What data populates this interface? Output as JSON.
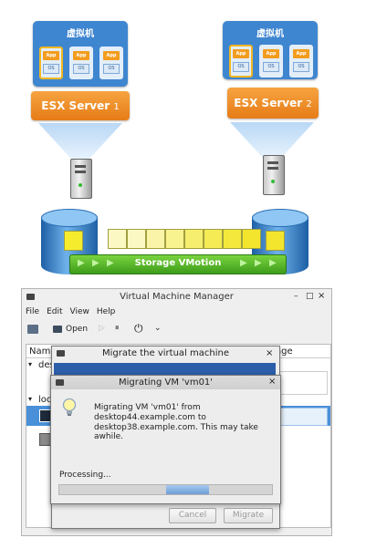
{
  "diagram": {
    "hosts": [
      {
        "title": "虚拟机",
        "server": "ESX Server",
        "server_num": "1",
        "vms": [
          {
            "app": "App",
            "os": "OS"
          },
          {
            "app": "App",
            "os": "OS"
          },
          {
            "app": "App",
            "os": "OS"
          }
        ]
      },
      {
        "title": "虚拟机",
        "server": "ESX Server",
        "server_num": "2",
        "vms": [
          {
            "app": "App",
            "os": "OS"
          },
          {
            "app": "App",
            "os": "OS"
          },
          {
            "app": "App",
            "os": "OS"
          }
        ]
      }
    ],
    "storage_label": "Storage VMotion",
    "colors": {
      "host": "#3f86d0",
      "server": "#e67c17",
      "band": "#3d9c1a",
      "block": "#f5f07a"
    }
  },
  "vmm": {
    "title": "Virtual Machine Manager",
    "menu": [
      "File",
      "Edit",
      "View",
      "Help"
    ],
    "toolbar_open": "Open",
    "column_name": "Name",
    "column_usage_frag": "age",
    "rows": [
      "desk",
      "loca"
    ],
    "migrate_dialog": {
      "title": "Migrate the virtual machine",
      "cancel": "Cancel",
      "migrate": "Migrate"
    },
    "progress_dialog": {
      "title": "Migrating VM 'vm01'",
      "message_line1": "Migrating VM 'vm01' from",
      "message_line2": "desktop44.example.com to",
      "message_line3": "desktop38.example.com. This may take awhile.",
      "status": "Processing...",
      "progress_fraction": 0.25
    }
  }
}
